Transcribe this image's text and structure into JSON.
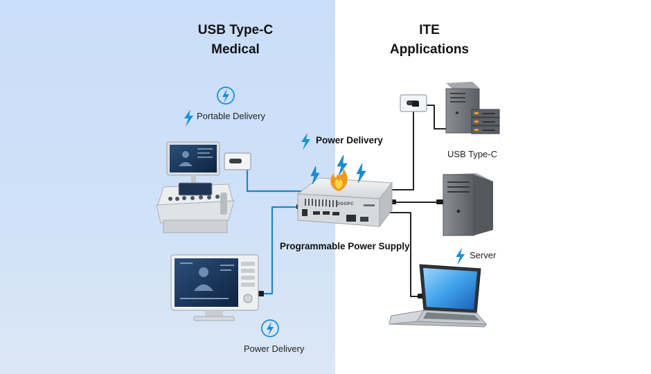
{
  "headings": {
    "medical_line1": "USB Type-C",
    "medical_line2": "Medical",
    "ite_line1": "ITE",
    "ite_line2": "Applications"
  },
  "labels": {
    "portable_delivery": "Portable Delivery",
    "power_delivery_top": "Power Delivery",
    "usb_type_c": "USB Type-C",
    "programmable_power_supply": "Programmable Power Supply",
    "server": "Server",
    "power_delivery_bottom": "Power Delivery"
  },
  "device_text": {
    "psu_brand": "OOGPC"
  },
  "colors": {
    "left_panel": "#c9defa",
    "accent_blue": "#1a8fd8",
    "cable_blue": "#1f86c8",
    "cable_dark": "#222222"
  },
  "icons": {
    "bolt_circle": "lightning-bolt-circle-icon",
    "bolt": "lightning-bolt-icon",
    "flame": "flame-icon"
  }
}
